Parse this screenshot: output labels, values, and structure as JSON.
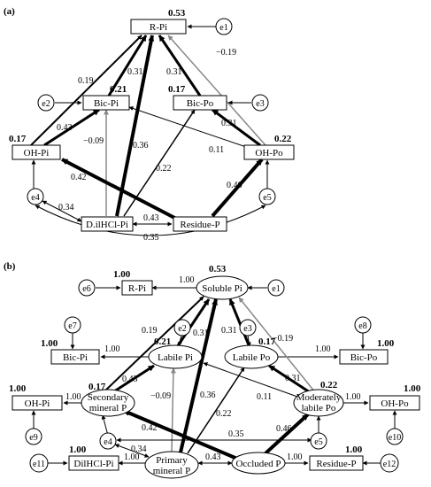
{
  "panel_a": {
    "label": "(a)",
    "nodes": {
      "rpi": "R-Pi",
      "bicpi": "Bic-Pi",
      "bicpo": "Bic-Po",
      "ohpi": "OH-Pi",
      "ohpo": "OH-Po",
      "dil": "D.ilHCl-Pi",
      "res": "Residue-P"
    },
    "errors": {
      "e1": "e1",
      "e2": "e2",
      "e3": "e3",
      "e4": "e4",
      "e5": "e5"
    },
    "r2": {
      "rpi": "0.53",
      "bicpi": "0.21",
      "bicpo": "0.17",
      "ohpi": "0.17",
      "ohpo": "0.22"
    },
    "coefficients": {
      "ohpi_rpi": "0.19",
      "bicpi_rpi": "0.31",
      "bicpo_rpi": "0.31",
      "ohpo_rpi": "−0.19",
      "ohpi_bicpi": "0.43",
      "dil_bicpi": "−0.09",
      "ohpo_bicpo": "0.31",
      "ohpo_bicpi": "0.11",
      "dil_rpi": "0.36",
      "dil_bicpo": "0.22",
      "res_ohpi": "0.42",
      "res_ohpo": "0.46",
      "e4_dil": "0.34",
      "dil_res": "0.43",
      "e4_e5": "0.35"
    }
  },
  "panel_b": {
    "label": "(b)",
    "nodes": {
      "soluble": "Soluble Pi",
      "labile_pi": "Labile Pi",
      "labile_po": "Labile Po",
      "secondary_1": "Secondary",
      "secondary_2": "mineral P",
      "moderate_1": "Moderately",
      "moderate_2": "labile Po",
      "primary_1": "Primary",
      "primary_2": "mineral P",
      "occluded": "Occluded P",
      "rpi": "R-Pi",
      "bicpi": "Bic-Pi",
      "bicpo": "Bic-Po",
      "ohpi": "OH-Pi",
      "ohpo": "OH-Po",
      "dil": "DilHCl-Pi",
      "res": "Residue-P"
    },
    "errors": {
      "e1": "e1",
      "e2": "e2",
      "e3": "e3",
      "e4": "e4",
      "e5": "e5",
      "e6": "e6",
      "e7": "e7",
      "e8": "e8",
      "e9": "e9",
      "e10": "e10",
      "e11": "e11",
      "e12": "e12"
    },
    "r2": {
      "soluble": "0.53",
      "labile_pi": "0.21",
      "labile_po": "0.17",
      "secondary": "0.17",
      "moderate": "0.22",
      "rpi": "1.00",
      "bicpi": "1.00",
      "bicpo": "1.00",
      "ohpi": "1.00",
      "ohpo": "1.00",
      "dil": "1.00",
      "res": "1.00"
    },
    "coefficients": {
      "soluble_rpi": "1.00",
      "labilepi_bicpi": "1.00",
      "labilepo_bicpo": "1.00",
      "secondary_ohpi": "1.00",
      "moderate_ohpo": "1.00",
      "primary_dil": "1.00",
      "occluded_res": "1.00",
      "secondary_soluble": "0.19",
      "labilepi_soluble": "0.31",
      "labilepo_soluble": "0.31",
      "moderate_soluble": "−0.19",
      "secondary_labilepi": "0.43",
      "primary_labilepi": "−0.09",
      "moderate_labilepo": "0.31",
      "moderate_labilepi": "0.11",
      "primary_soluble": "0.36",
      "primary_labilepo": "0.22",
      "occluded_secondary": "0.42",
      "occluded_moderate": "0.46",
      "e4_primary": "0.34",
      "primary_occluded": "0.43",
      "e4_e5": "0.35"
    }
  }
}
